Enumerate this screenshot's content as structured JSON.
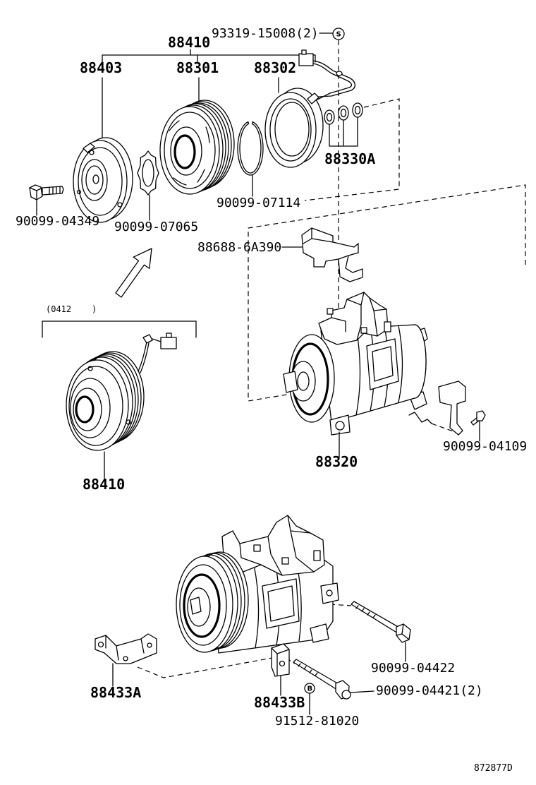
{
  "labels": {
    "screw_93319": "93319-15008(2)",
    "assembly_88410_top": "88410",
    "hub_88403": "88403",
    "pulley_88301": "88301",
    "coil_88302": "88302",
    "shim_88330A": "88330A",
    "snap_ring_90099_07114": "90099-07114",
    "bolt_90099_04349": "90099-04349",
    "shim_90099_07065": "90099-07065",
    "bracket_88688": "88688-6A390",
    "date_range": "(0412    )",
    "assembly_88410_lower": "88410",
    "compressor_88320": "88320",
    "screw_90099_04109": "90099-04109",
    "bolt_90099_04422": "90099-04422",
    "bracket_88433A": "88433A",
    "bolt_90099_04421": "90099-04421(2)",
    "bracket_88433B": "88433B",
    "washer_91512": "91512-81020",
    "figure_id": "872877D"
  },
  "symbols": {
    "s": "S",
    "b": "B"
  },
  "colors": {
    "ink": "#000000",
    "background": "#ffffff"
  }
}
